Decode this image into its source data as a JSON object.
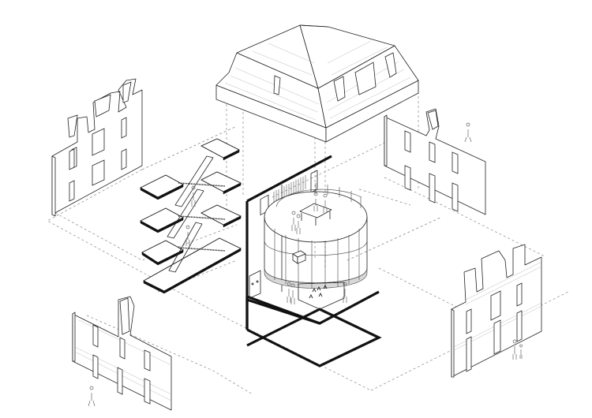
{
  "diagram": {
    "type": "exploded axonometric architectural diagram",
    "background": "#ffffff",
    "line_color": "#222222",
    "accent_color": "#111111",
    "components": [
      {
        "id": "mansard-roof",
        "label": "Mansard roof with dormer windows",
        "dormers": 4
      },
      {
        "id": "facade-west",
        "label": "Stepped west facade with 3 dormers",
        "windows": 6
      },
      {
        "id": "staircase",
        "label": "Stacked stair landings",
        "landings": 7,
        "flights": 3
      },
      {
        "id": "core-volume",
        "label": "Cylindrical glazed core in black-framed section",
        "floors": 2
      },
      {
        "id": "facade-east",
        "label": "East facade with single dormer",
        "windows": 6
      },
      {
        "id": "facade-southeast",
        "label": "Brick south-east facade with 3 dormers",
        "windows": 6
      },
      {
        "id": "facade-southwest",
        "label": "Brick south-west facade with single dormer",
        "windows": 6
      }
    ],
    "figures": {
      "people_count": 14
    }
  }
}
